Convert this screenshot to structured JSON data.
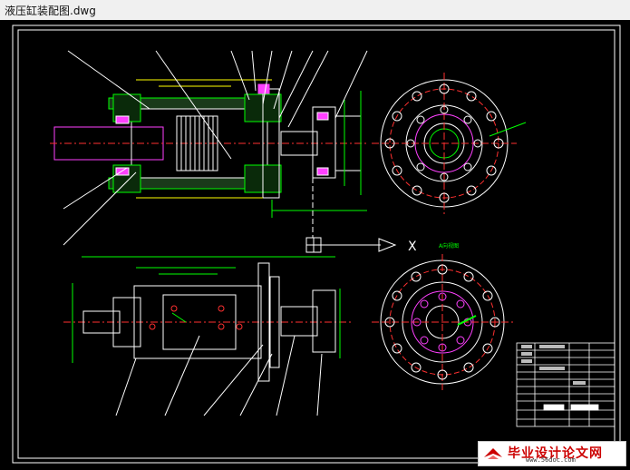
{
  "window": {
    "title": "液压缸装配图.dwg"
  },
  "drawing": {
    "view_label": "A向视图",
    "section_mark": "X"
  },
  "watermark": {
    "brand": "毕业设计论文网",
    "url": "www.56doc.com"
  },
  "colors": {
    "background": "#000000",
    "lines": "#ffffff",
    "green": "#00ff00",
    "yellow": "#ffff00",
    "red": "#ff3030",
    "magenta": "#ff40ff",
    "cyan": "#00ffff"
  }
}
